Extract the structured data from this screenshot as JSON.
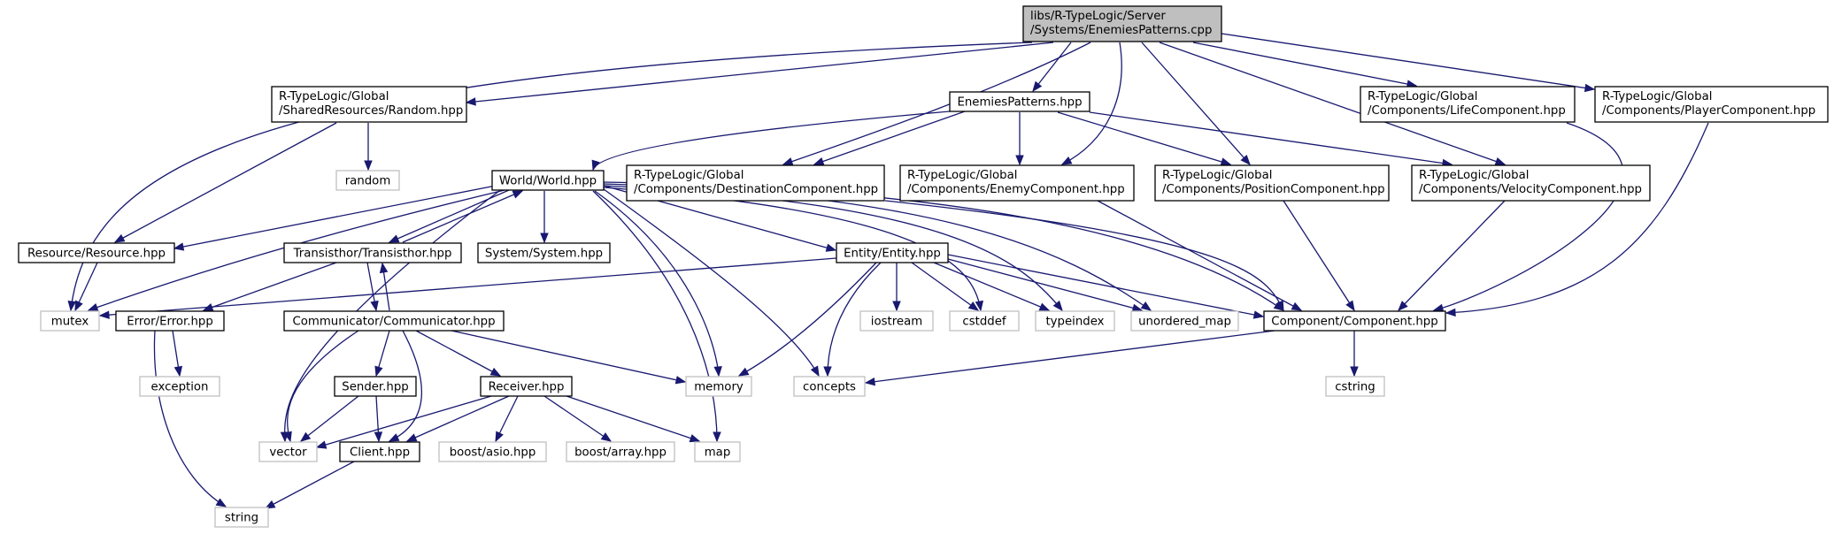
{
  "colors": {
    "root_fill": "#bfbfbf",
    "root_stroke": "#000000",
    "documented_fill": "#ffffff",
    "documented_stroke": "#000000",
    "external_fill": "#ffffff",
    "external_stroke": "#bfbfbf",
    "text": "#000000",
    "edge": "#191970"
  },
  "nodes": [
    {
      "id": "root",
      "lines": [
        "libs/R-TypeLogic/Server",
        "/Systems/EnemiesPatterns.cpp"
      ],
      "kind": "root"
    },
    {
      "id": "random_hpp",
      "lines": [
        "R-TypeLogic/Global",
        "/SharedResources/Random.hpp"
      ],
      "kind": "documented"
    },
    {
      "id": "enemies_patterns_hpp",
      "lines": [
        "EnemiesPatterns.hpp"
      ],
      "kind": "documented"
    },
    {
      "id": "life_component",
      "lines": [
        "R-TypeLogic/Global",
        "/Components/LifeComponent.hpp"
      ],
      "kind": "documented"
    },
    {
      "id": "player_component",
      "lines": [
        "R-TypeLogic/Global",
        "/Components/PlayerComponent.hpp"
      ],
      "kind": "documented"
    },
    {
      "id": "random",
      "lines": [
        "random"
      ],
      "kind": "external"
    },
    {
      "id": "world_hpp",
      "lines": [
        "World/World.hpp"
      ],
      "kind": "documented"
    },
    {
      "id": "destination_component",
      "lines": [
        "R-TypeLogic/Global",
        "/Components/DestinationComponent.hpp"
      ],
      "kind": "documented"
    },
    {
      "id": "enemy_component",
      "lines": [
        "R-TypeLogic/Global",
        "/Components/EnemyComponent.hpp"
      ],
      "kind": "documented"
    },
    {
      "id": "position_component",
      "lines": [
        "R-TypeLogic/Global",
        "/Components/PositionComponent.hpp"
      ],
      "kind": "documented"
    },
    {
      "id": "velocity_component",
      "lines": [
        "R-TypeLogic/Global",
        "/Components/VelocityComponent.hpp"
      ],
      "kind": "documented"
    },
    {
      "id": "resource_hpp",
      "lines": [
        "Resource/Resource.hpp"
      ],
      "kind": "documented"
    },
    {
      "id": "transisthor_hpp",
      "lines": [
        "Transisthor/Transisthor.hpp"
      ],
      "kind": "documented"
    },
    {
      "id": "system_hpp",
      "lines": [
        "System/System.hpp"
      ],
      "kind": "documented"
    },
    {
      "id": "entity_hpp",
      "lines": [
        "Entity/Entity.hpp"
      ],
      "kind": "documented"
    },
    {
      "id": "mutex",
      "lines": [
        "mutex"
      ],
      "kind": "external"
    },
    {
      "id": "error_hpp",
      "lines": [
        "Error/Error.hpp"
      ],
      "kind": "documented"
    },
    {
      "id": "communicator_hpp",
      "lines": [
        "Communicator/Communicator.hpp"
      ],
      "kind": "documented"
    },
    {
      "id": "iostream",
      "lines": [
        "iostream"
      ],
      "kind": "external"
    },
    {
      "id": "cstddef",
      "lines": [
        "cstddef"
      ],
      "kind": "external"
    },
    {
      "id": "typeindex",
      "lines": [
        "typeindex"
      ],
      "kind": "external"
    },
    {
      "id": "unordered_map",
      "lines": [
        "unordered_map"
      ],
      "kind": "external"
    },
    {
      "id": "component_hpp",
      "lines": [
        "Component/Component.hpp"
      ],
      "kind": "documented"
    },
    {
      "id": "exception",
      "lines": [
        "exception"
      ],
      "kind": "external"
    },
    {
      "id": "sender_hpp",
      "lines": [
        "Sender.hpp"
      ],
      "kind": "documented"
    },
    {
      "id": "receiver_hpp",
      "lines": [
        "Receiver.hpp"
      ],
      "kind": "documented"
    },
    {
      "id": "memory",
      "lines": [
        "memory"
      ],
      "kind": "external"
    },
    {
      "id": "concepts",
      "lines": [
        "concepts"
      ],
      "kind": "external"
    },
    {
      "id": "cstring",
      "lines": [
        "cstring"
      ],
      "kind": "external"
    },
    {
      "id": "vector",
      "lines": [
        "vector"
      ],
      "kind": "external"
    },
    {
      "id": "client_hpp",
      "lines": [
        "Client.hpp"
      ],
      "kind": "documented"
    },
    {
      "id": "boost_asio",
      "lines": [
        "boost/asio.hpp"
      ],
      "kind": "external"
    },
    {
      "id": "boost_array",
      "lines": [
        "boost/array.hpp"
      ],
      "kind": "external"
    },
    {
      "id": "map",
      "lines": [
        "map"
      ],
      "kind": "external"
    },
    {
      "id": "string",
      "lines": [
        "string"
      ],
      "kind": "external"
    }
  ],
  "edges": [
    {
      "from": "root",
      "to": "mutex"
    },
    {
      "from": "root",
      "to": "random_hpp"
    },
    {
      "from": "root",
      "to": "enemies_patterns_hpp"
    },
    {
      "from": "root",
      "to": "destination_component"
    },
    {
      "from": "root",
      "to": "enemy_component"
    },
    {
      "from": "root",
      "to": "position_component"
    },
    {
      "from": "root",
      "to": "velocity_component"
    },
    {
      "from": "root",
      "to": "life_component"
    },
    {
      "from": "root",
      "to": "player_component"
    },
    {
      "from": "random_hpp",
      "to": "random"
    },
    {
      "from": "random_hpp",
      "to": "resource_hpp"
    },
    {
      "from": "enemies_patterns_hpp",
      "to": "world_hpp"
    },
    {
      "from": "enemies_patterns_hpp",
      "to": "destination_component"
    },
    {
      "from": "enemies_patterns_hpp",
      "to": "enemy_component"
    },
    {
      "from": "enemies_patterns_hpp",
      "to": "position_component"
    },
    {
      "from": "enemies_patterns_hpp",
      "to": "velocity_component"
    },
    {
      "from": "life_component",
      "to": "component_hpp"
    },
    {
      "from": "player_component",
      "to": "component_hpp"
    },
    {
      "from": "destination_component",
      "to": "component_hpp"
    },
    {
      "from": "enemy_component",
      "to": "component_hpp"
    },
    {
      "from": "position_component",
      "to": "component_hpp"
    },
    {
      "from": "velocity_component",
      "to": "component_hpp"
    },
    {
      "from": "world_hpp",
      "to": "resource_hpp"
    },
    {
      "from": "world_hpp",
      "to": "mutex"
    },
    {
      "from": "world_hpp",
      "to": "transisthor_hpp"
    },
    {
      "from": "world_hpp",
      "to": "system_hpp"
    },
    {
      "from": "world_hpp",
      "to": "entity_hpp"
    },
    {
      "from": "world_hpp",
      "to": "vector"
    },
    {
      "from": "world_hpp",
      "to": "map"
    },
    {
      "from": "world_hpp",
      "to": "memory"
    },
    {
      "from": "world_hpp",
      "to": "concepts"
    },
    {
      "from": "world_hpp",
      "to": "cstddef"
    },
    {
      "from": "world_hpp",
      "to": "typeindex"
    },
    {
      "from": "world_hpp",
      "to": "unordered_map"
    },
    {
      "from": "world_hpp",
      "to": "component_hpp"
    },
    {
      "from": "resource_hpp",
      "to": "mutex"
    },
    {
      "from": "transisthor_hpp",
      "to": "world_hpp"
    },
    {
      "from": "transisthor_hpp",
      "to": "error_hpp"
    },
    {
      "from": "transisthor_hpp",
      "to": "communicator_hpp"
    },
    {
      "from": "communicator_hpp",
      "to": "transisthor_hpp"
    },
    {
      "from": "communicator_hpp",
      "to": "sender_hpp"
    },
    {
      "from": "communicator_hpp",
      "to": "receiver_hpp"
    },
    {
      "from": "communicator_hpp",
      "to": "vector"
    },
    {
      "from": "communicator_hpp",
      "to": "client_hpp"
    },
    {
      "from": "communicator_hpp",
      "to": "memory"
    },
    {
      "from": "entity_hpp",
      "to": "mutex"
    },
    {
      "from": "entity_hpp",
      "to": "iostream"
    },
    {
      "from": "entity_hpp",
      "to": "cstddef"
    },
    {
      "from": "entity_hpp",
      "to": "typeindex"
    },
    {
      "from": "entity_hpp",
      "to": "unordered_map"
    },
    {
      "from": "entity_hpp",
      "to": "component_hpp"
    },
    {
      "from": "entity_hpp",
      "to": "memory"
    },
    {
      "from": "entity_hpp",
      "to": "concepts"
    },
    {
      "from": "error_hpp",
      "to": "exception"
    },
    {
      "from": "error_hpp",
      "to": "string"
    },
    {
      "from": "component_hpp",
      "to": "concepts"
    },
    {
      "from": "component_hpp",
      "to": "cstring"
    },
    {
      "from": "sender_hpp",
      "to": "vector"
    },
    {
      "from": "sender_hpp",
      "to": "client_hpp"
    },
    {
      "from": "receiver_hpp",
      "to": "vector"
    },
    {
      "from": "receiver_hpp",
      "to": "client_hpp"
    },
    {
      "from": "receiver_hpp",
      "to": "boost_asio"
    },
    {
      "from": "receiver_hpp",
      "to": "boost_array"
    },
    {
      "from": "receiver_hpp",
      "to": "map"
    },
    {
      "from": "client_hpp",
      "to": "string"
    }
  ]
}
